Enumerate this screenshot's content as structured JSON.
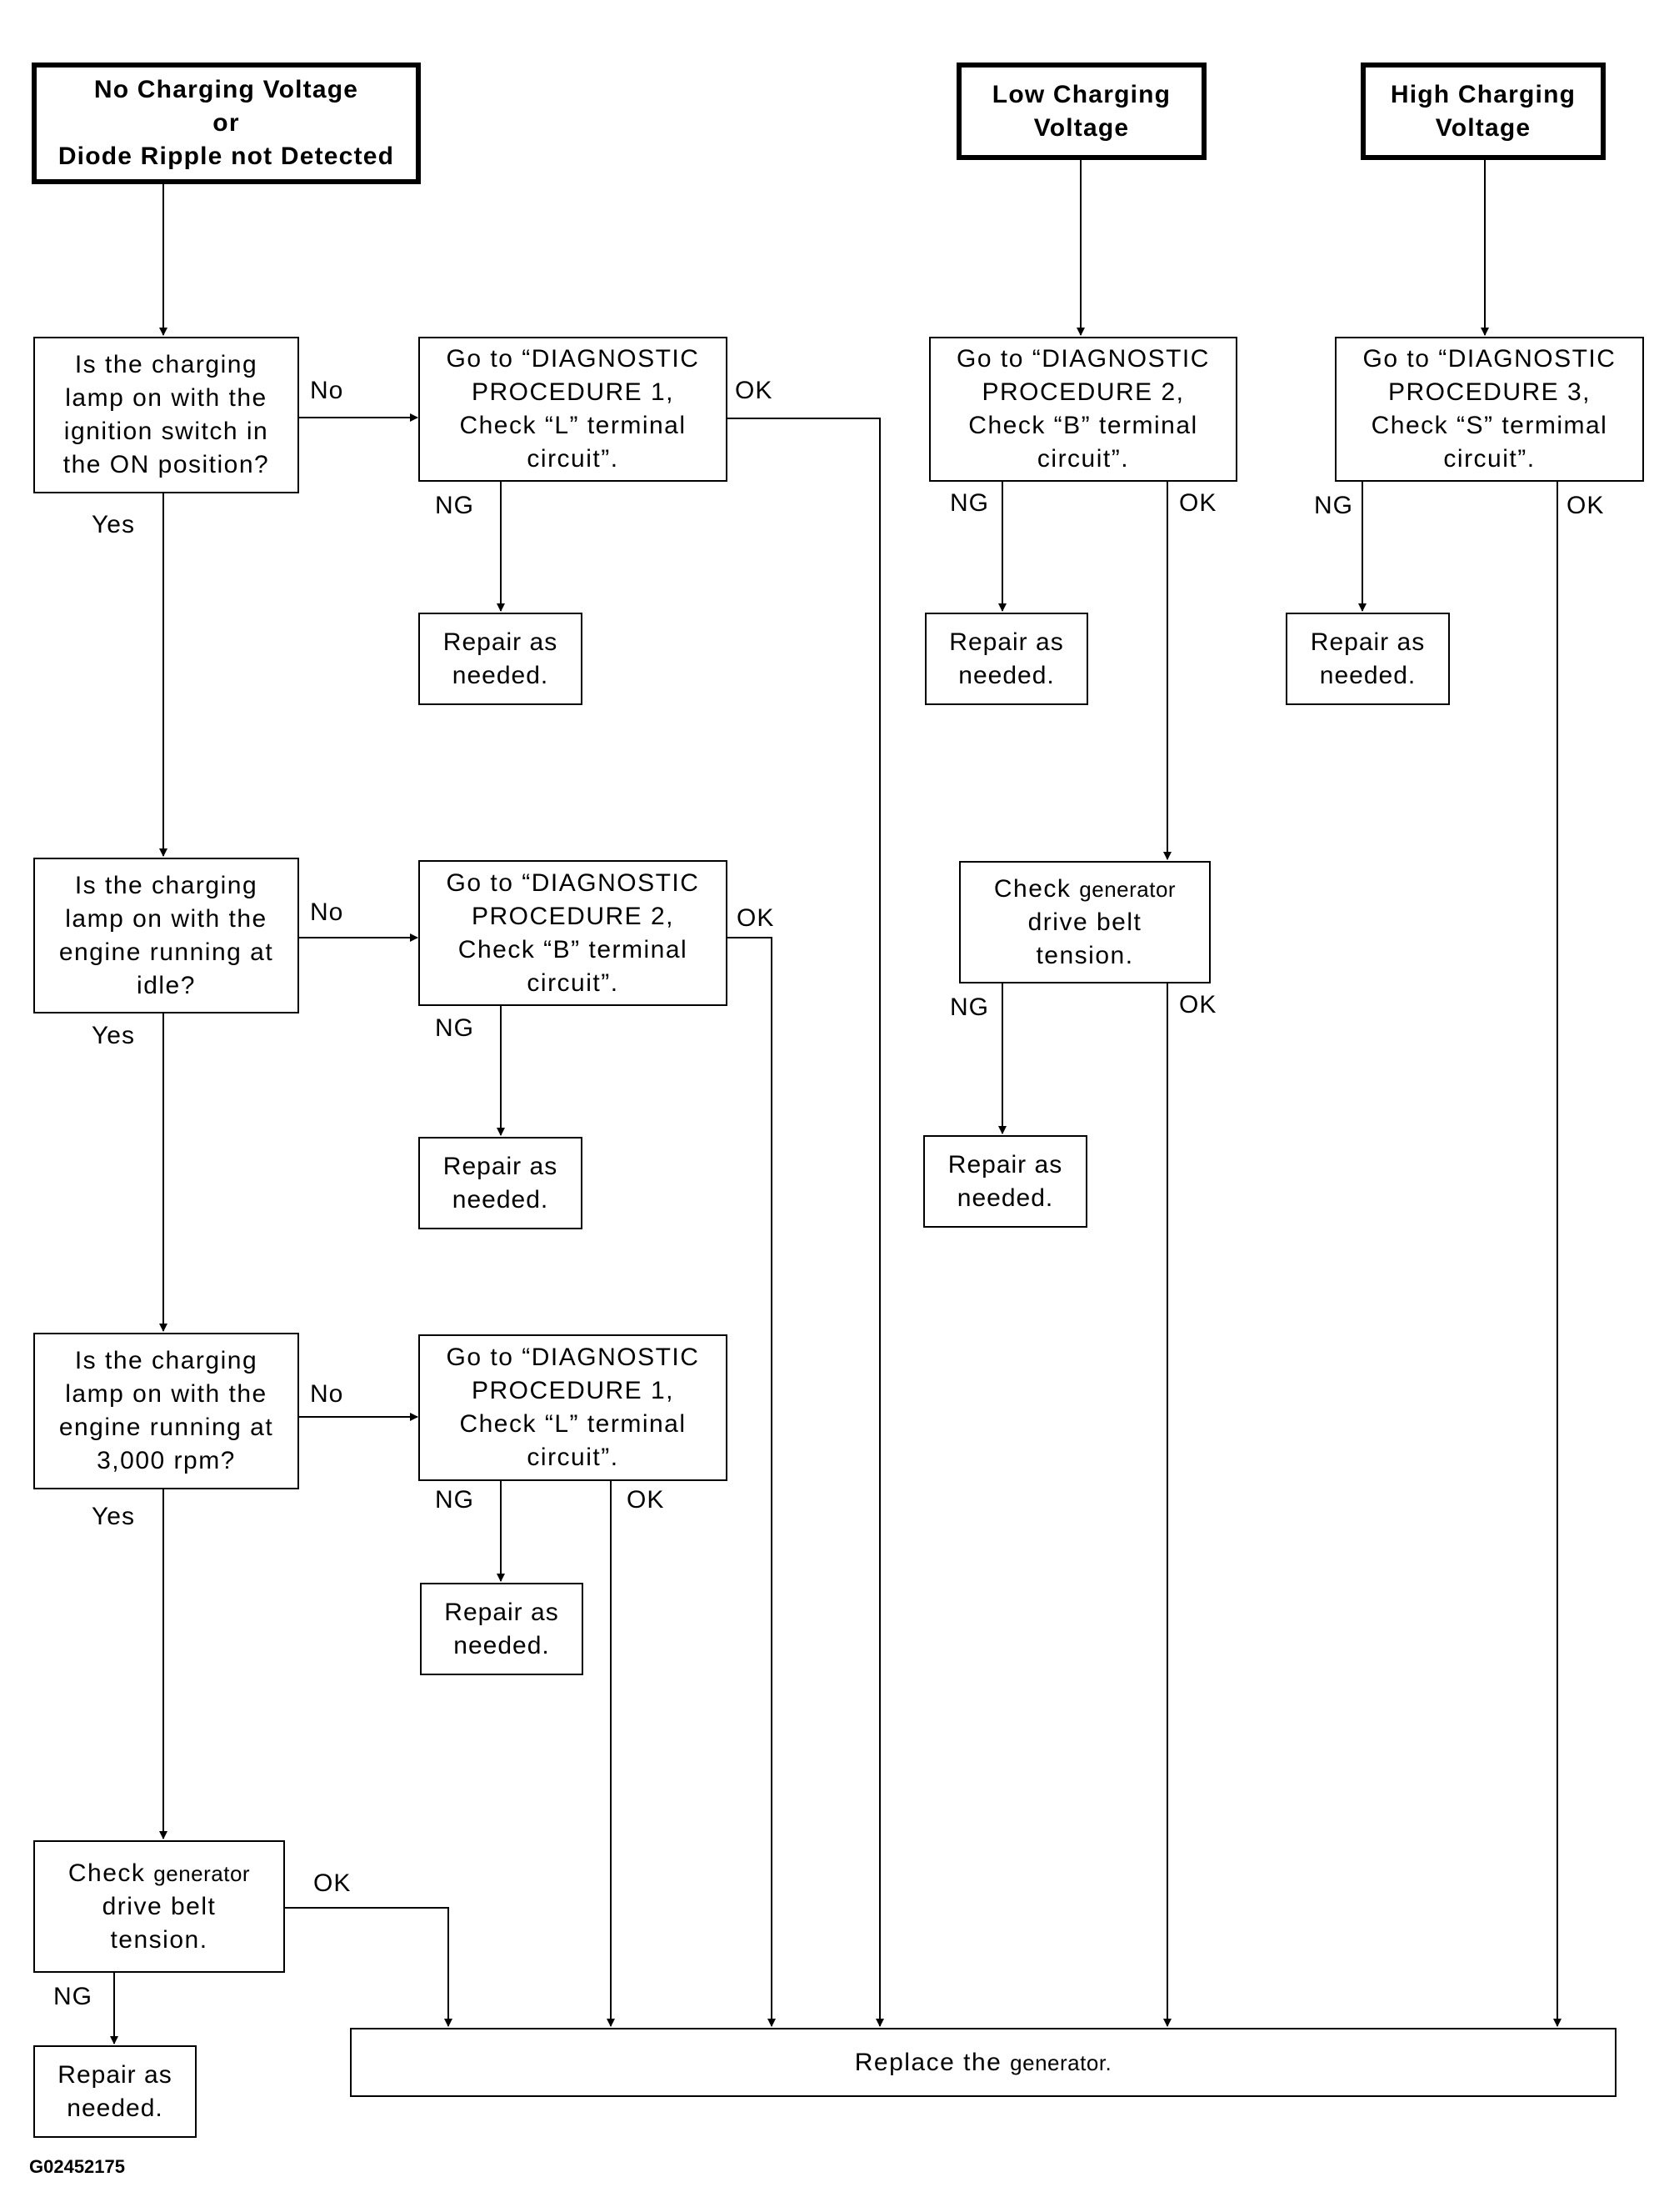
{
  "flowchart": {
    "headers": {
      "no_charging": [
        "No Charging Voltage",
        "or",
        "Diode Ripple not Detected"
      ],
      "low_charging": [
        "Low Charging",
        "Voltage"
      ],
      "high_charging": [
        "High Charging",
        "Voltage"
      ]
    },
    "questions": {
      "ignition_on": [
        "Is the charging",
        "lamp on with the",
        "ignition switch in",
        "the ON position?"
      ],
      "engine_idle": [
        "Is the charging",
        "lamp on with the",
        "engine running at",
        "idle?"
      ],
      "engine_3000": [
        "Is the charging",
        "lamp on with the",
        "engine running at",
        "3,000 rpm?"
      ]
    },
    "procedures": {
      "proc1_L_top": [
        "Go to “DIAGNOSTIC",
        "PROCEDURE 1,",
        "Check “L” terminal",
        "circuit”."
      ],
      "proc2_B_mid": [
        "Go to “DIAGNOSTIC",
        "PROCEDURE 2,",
        "Check “B” terminal",
        "circuit”."
      ],
      "proc1_L_low": [
        "Go to “DIAGNOSTIC",
        "PROCEDURE 1,",
        "Check “L” terminal",
        "circuit”."
      ],
      "proc2_B_right": [
        "Go to “DIAGNOSTIC",
        "PROCEDURE 2,",
        "Check “B” terminal",
        "circuit”."
      ],
      "proc3_S": [
        "Go to “DIAGNOSTIC",
        "PROCEDURE 3,",
        "Check “S” termimal",
        "circuit”."
      ]
    },
    "belt_check": {
      "prefix": "Check",
      "word": "generator",
      "line2": "drive belt",
      "line3": "tension."
    },
    "repair": [
      "Repair as",
      "needed."
    ],
    "replace": {
      "prefix": "Replace the",
      "word": "generator."
    },
    "labels": {
      "yes": "Yes",
      "no": "No",
      "ok": "OK",
      "ng": "NG"
    },
    "figure_code": "G02452175"
  }
}
